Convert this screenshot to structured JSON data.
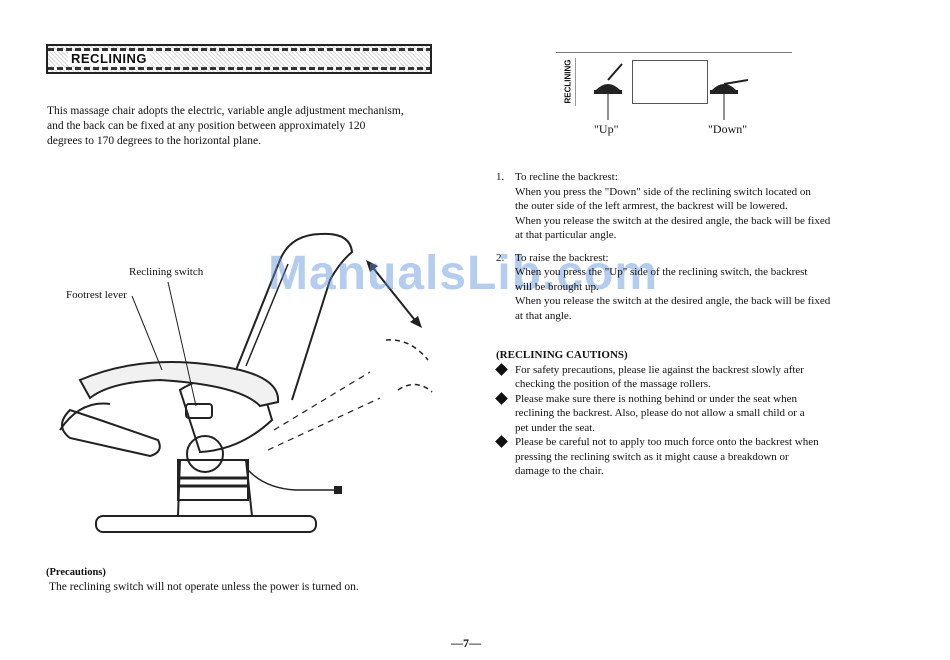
{
  "heading": {
    "title": "RECLINING"
  },
  "intro": {
    "lines": [
      "This massage chair adopts the electric, variable angle adjustment mechanism,",
      "and the back can be fixed at any position between approximately 120",
      "degrees to 170 degrees to the horizontal plane."
    ]
  },
  "figure": {
    "reclining_switch_label": "Reclining switch",
    "footrest_lever_label": "Footrest lever"
  },
  "precautions": {
    "title": "(Precautions)",
    "text": "The reclining switch will not operate unless the power is turned on."
  },
  "switch_panel": {
    "vertical_label": "RECLINING",
    "up_label": "\"Up\"",
    "down_label": "\"Down\""
  },
  "steps": [
    {
      "number": "1.",
      "lines": [
        "To recline the backrest:",
        "When you press the \"Down\" side of the reclining switch located on",
        "the outer side of the left armrest, the backrest will be lowered.",
        "When you release the switch at the desired angle, the back will be fixed",
        "at that particular angle."
      ]
    },
    {
      "number": "2.",
      "lines": [
        "To raise the backrest:",
        "When you press the \"Up\" side of the reclining switch, the backrest",
        "will be brought up.",
        "When you release the switch at the desired angle, the back will be fixed",
        "at that angle."
      ]
    }
  ],
  "cautions": {
    "title": "(RECLINING CAUTIONS)",
    "items": [
      {
        "lines": [
          "For safety precautions, please lie against the backrest slowly after",
          "checking the position of the massage rollers."
        ]
      },
      {
        "lines": [
          "Please make sure there is nothing behind or under the seat when",
          "reclining the backrest.  Also, please do not allow a small child or a",
          "pet under the seat."
        ]
      },
      {
        "lines": [
          "Please be careful not to apply too much force onto the backrest when",
          "pressing the reclining switch as it might cause a breakdown or",
          "damage to the chair."
        ]
      }
    ]
  },
  "watermark": {
    "text": "ManualsLib.com"
  },
  "page": {
    "number": "—7—"
  }
}
